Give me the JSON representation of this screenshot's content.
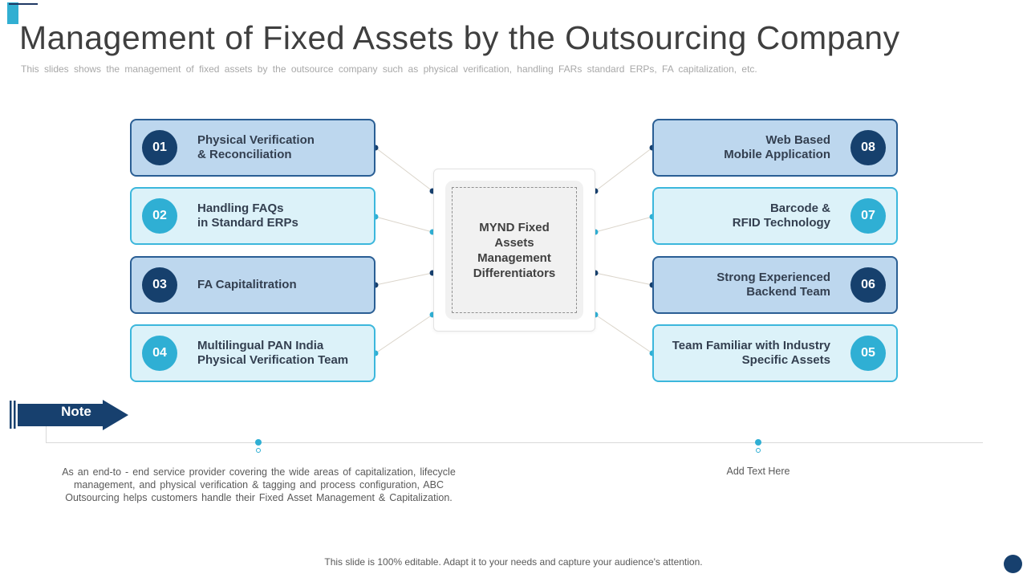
{
  "slide": {
    "title": "Management of Fixed Assets by the Outsourcing Company",
    "subtitle": "This slides shows the management of fixed assets by the outsource company such as physical verification, handling FARs standard ERPs, FA capitalization, etc.",
    "footer": "This slide is 100% editable. Adapt it to your needs and capture your audience's attention."
  },
  "diagram": {
    "center_label": "MYND Fixed Assets Management Differentiators",
    "left_items": [
      {
        "number": "01",
        "label": "Physical Verification\n& Reconciliation",
        "style": "blue"
      },
      {
        "number": "02",
        "label": "Handling FAQs\nin Standard ERPs",
        "style": "cyan"
      },
      {
        "number": "03",
        "label": "FA Capitalitration",
        "style": "blue"
      },
      {
        "number": "04",
        "label": "Multilingual PAN India\nPhysical Verification Team",
        "style": "cyan"
      }
    ],
    "right_items": [
      {
        "number": "08",
        "label": "Web Based\nMobile Application",
        "style": "blue"
      },
      {
        "number": "07",
        "label": "Barcode &\nRFID Technology",
        "style": "cyan"
      },
      {
        "number": "06",
        "label": "Strong Experienced\nBackend Team",
        "style": "blue"
      },
      {
        "number": "05",
        "label": "Team Familiar with Industry\nSpecific Assets",
        "style": "cyan"
      }
    ]
  },
  "note": {
    "banner_label": "Note",
    "body": "As an end-to - end service provider covering the wide areas of capitalization, lifecycle management, and physical verification & tagging and process configuration, ABC Outsourcing helps customers handle their Fixed Asset Management & Capitalization.",
    "placeholder_label": "Add Text Here"
  },
  "colors": {
    "navy": "#16406D",
    "teal": "#2FAFD4",
    "blue_card_fill": "#BDD7EE",
    "blue_card_border": "#2A5E94",
    "cyan_card_fill": "#DCF2F9",
    "cyan_card_border": "#3CB7DC",
    "connector_line": "#DBD5CB",
    "body_text_gray": "#595959",
    "subtitle_gray": "#A8A8A8"
  }
}
